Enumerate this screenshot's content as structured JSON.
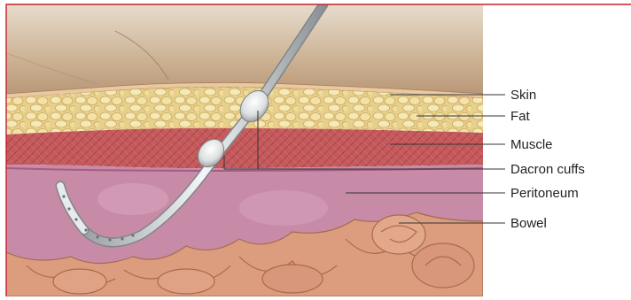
{
  "colors": {
    "frame": "#c9202a",
    "background": "#ffffff",
    "skin_surface": "#cfb79c",
    "fat": "#ecd9a0",
    "muscle": "#c95a5e",
    "peritoneum": "#c98aa8",
    "bowel": "#d99a7c",
    "catheter": "#d3d6d8",
    "leader_line": "#333333"
  },
  "labels": {
    "skin": "Skin",
    "fat": "Fat",
    "muscle": "Muscle",
    "dacron_cuffs": "Dacron cuffs",
    "peritoneum": "Peritoneum",
    "bowel": "Bowel"
  }
}
